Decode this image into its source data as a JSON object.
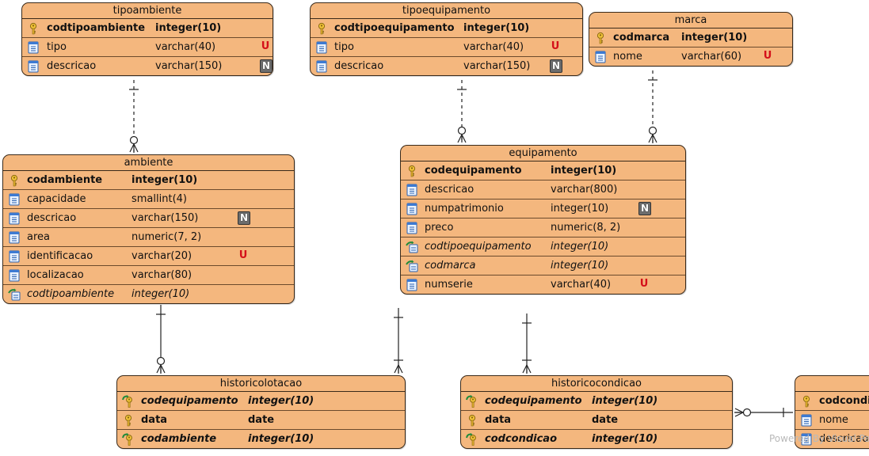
{
  "watermark": "Powered By Visual Paradigm",
  "entities": [
    {
      "id": "tipoambiente",
      "title": "tipoambiente",
      "rows": [
        {
          "name": "codtipoambiente",
          "type": "integer(10)",
          "kind": "pk",
          "badge": ""
        },
        {
          "name": "tipo",
          "type": "varchar(40)",
          "kind": "col",
          "badge": "U"
        },
        {
          "name": "descricao",
          "type": "varchar(150)",
          "kind": "col",
          "badge": "N"
        }
      ]
    },
    {
      "id": "tipoequipamento",
      "title": "tipoequipamento",
      "rows": [
        {
          "name": "codtipoequipamento",
          "type": "integer(10)",
          "kind": "pk",
          "badge": ""
        },
        {
          "name": "tipo",
          "type": "varchar(40)",
          "kind": "col",
          "badge": "U"
        },
        {
          "name": "descricao",
          "type": "varchar(150)",
          "kind": "col",
          "badge": "N"
        }
      ]
    },
    {
      "id": "marca",
      "title": "marca",
      "rows": [
        {
          "name": "codmarca",
          "type": "integer(10)",
          "kind": "pk",
          "badge": ""
        },
        {
          "name": "nome",
          "type": "varchar(60)",
          "kind": "col",
          "badge": "U"
        }
      ]
    },
    {
      "id": "ambiente",
      "title": "ambiente",
      "rows": [
        {
          "name": "codambiente",
          "type": "integer(10)",
          "kind": "pk",
          "badge": ""
        },
        {
          "name": "capacidade",
          "type": "smallint(4)",
          "kind": "col",
          "badge": ""
        },
        {
          "name": "descricao",
          "type": "varchar(150)",
          "kind": "col",
          "badge": "N"
        },
        {
          "name": "area",
          "type": "numeric(7, 2)",
          "kind": "col",
          "badge": ""
        },
        {
          "name": "identificacao",
          "type": "varchar(20)",
          "kind": "col",
          "badge": "U"
        },
        {
          "name": "localizacao",
          "type": "varchar(80)",
          "kind": "col",
          "badge": ""
        },
        {
          "name": "codtipoambiente",
          "type": "integer(10)",
          "kind": "fk",
          "badge": ""
        }
      ]
    },
    {
      "id": "equipamento",
      "title": "equipamento",
      "rows": [
        {
          "name": "codequipamento",
          "type": "integer(10)",
          "kind": "pk",
          "badge": ""
        },
        {
          "name": "descricao",
          "type": "varchar(800)",
          "kind": "col",
          "badge": ""
        },
        {
          "name": "numpatrimonio",
          "type": "integer(10)",
          "kind": "col",
          "badge": "N"
        },
        {
          "name": "preco",
          "type": "numeric(8, 2)",
          "kind": "col",
          "badge": ""
        },
        {
          "name": "codtipoequipamento",
          "type": "integer(10)",
          "kind": "fk",
          "badge": ""
        },
        {
          "name": "codmarca",
          "type": "integer(10)",
          "kind": "fk",
          "badge": ""
        },
        {
          "name": "numserie",
          "type": "varchar(40)",
          "kind": "col",
          "badge": "U"
        }
      ]
    },
    {
      "id": "historicolotacao",
      "title": "historicolotacao",
      "rows": [
        {
          "name": "codequipamento",
          "type": "integer(10)",
          "kind": "pkfk",
          "badge": ""
        },
        {
          "name": "data",
          "type": "date",
          "kind": "pk",
          "badge": ""
        },
        {
          "name": "codambiente",
          "type": "integer(10)",
          "kind": "pkfk",
          "badge": ""
        }
      ]
    },
    {
      "id": "historicocondicao",
      "title": "historicocondicao",
      "rows": [
        {
          "name": "codequipamento",
          "type": "integer(10)",
          "kind": "pkfk",
          "badge": ""
        },
        {
          "name": "data",
          "type": "date",
          "kind": "pk",
          "badge": ""
        },
        {
          "name": "codcondicao",
          "type": "integer(10)",
          "kind": "pkfk",
          "badge": ""
        }
      ]
    },
    {
      "id": "condicao",
      "title": "",
      "rows": [
        {
          "name": "codcondi",
          "type": "",
          "kind": "pk",
          "badge": ""
        },
        {
          "name": "nome",
          "type": "",
          "kind": "col",
          "badge": ""
        },
        {
          "name": "descricao",
          "type": "",
          "kind": "col",
          "badge": ""
        }
      ]
    }
  ],
  "relationships": [
    {
      "id": "tipoambiente-ambiente",
      "from": "tipoambiente",
      "to": "ambiente",
      "style": "dashed",
      "from_end": "one",
      "to_end": "zero-or-many"
    },
    {
      "id": "tipoequipamento-equipamento",
      "from": "tipoequipamento",
      "to": "equipamento",
      "style": "dashed",
      "from_end": "one",
      "to_end": "zero-or-many"
    },
    {
      "id": "marca-equipamento",
      "from": "marca",
      "to": "equipamento",
      "style": "dashed",
      "from_end": "one",
      "to_end": "zero-or-many"
    },
    {
      "id": "ambiente-historicolotacao",
      "from": "ambiente",
      "to": "historicolotacao",
      "style": "solid",
      "from_end": "one",
      "to_end": "zero-or-many"
    },
    {
      "id": "equipamento-historicolotacao",
      "from": "equipamento",
      "to": "historicolotacao",
      "style": "solid",
      "from_end": "one",
      "to_end": "one-or-many"
    },
    {
      "id": "equipamento-historicocondicao",
      "from": "equipamento",
      "to": "historicocondicao",
      "style": "solid",
      "from_end": "one",
      "to_end": "one-or-many"
    },
    {
      "id": "condicao-historicocondicao",
      "from": "condicao",
      "to": "historicocondicao",
      "style": "solid",
      "from_end": "one",
      "to_end": "zero-or-many"
    }
  ]
}
